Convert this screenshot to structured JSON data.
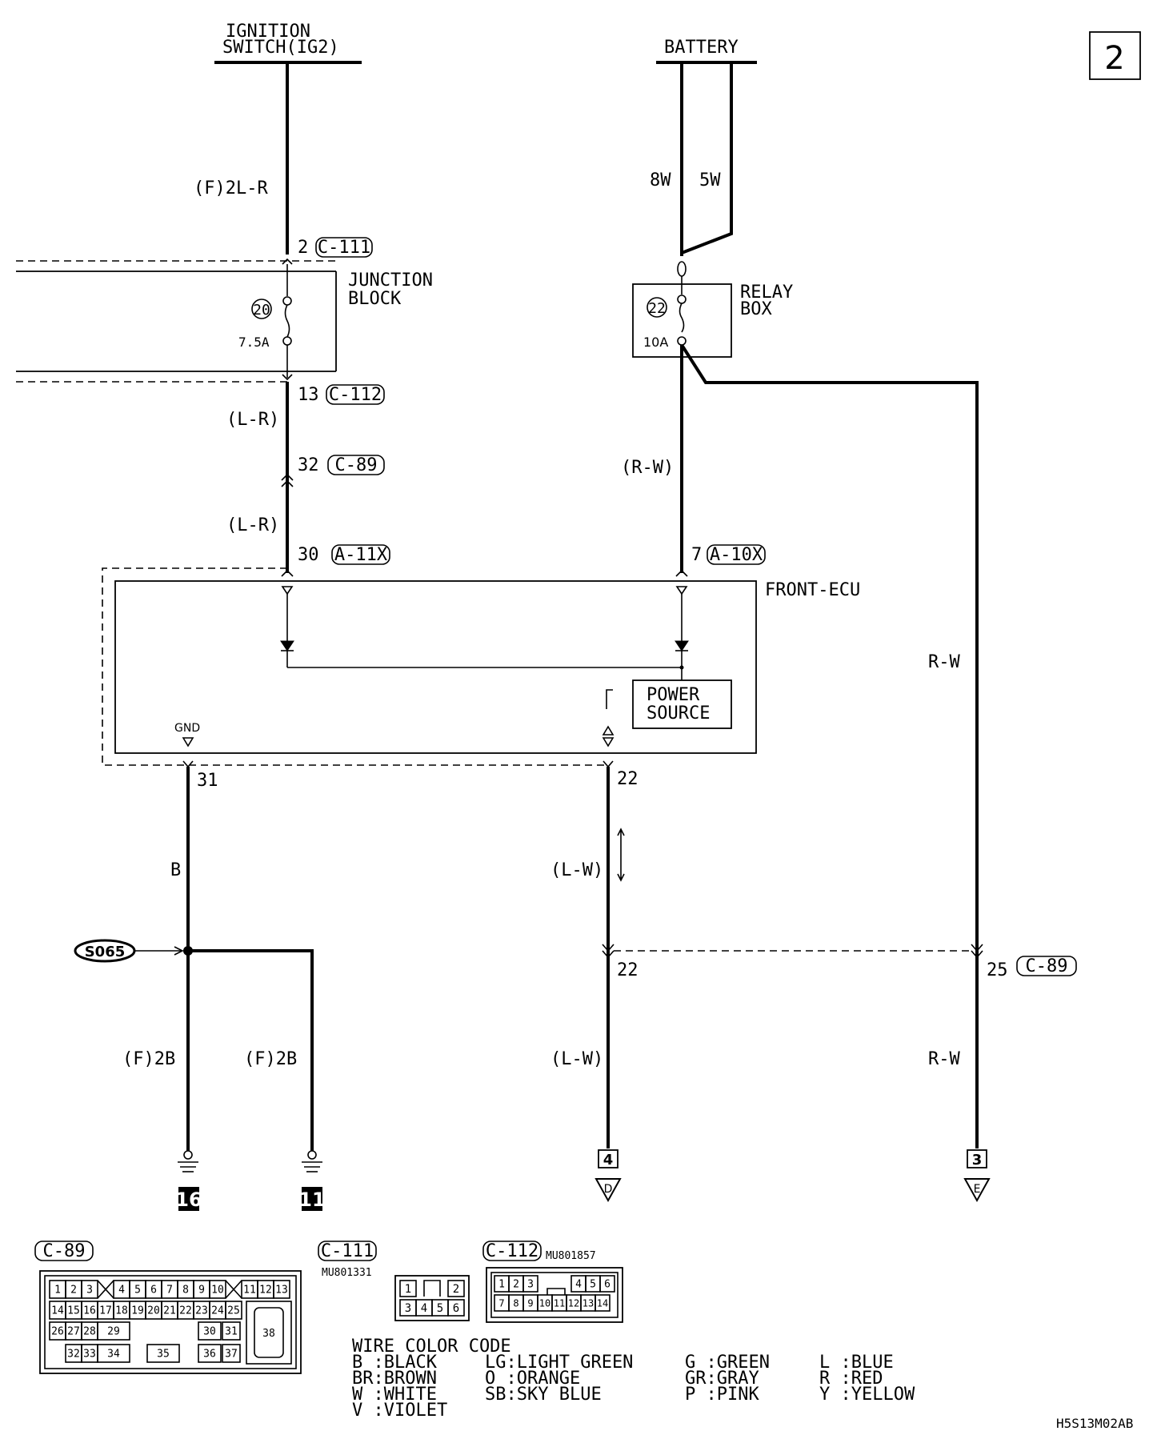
{
  "page_number": "2",
  "diagram_code": "H5S13M02AB",
  "sources": {
    "ignition": {
      "line1": "IGNITION",
      "line2": "SWITCH(IG2)"
    },
    "battery": "BATTERY"
  },
  "wires": {
    "ign_main": "(F)2L-R",
    "jb_out": "(L-R)",
    "c89_out": "(L-R)",
    "batt_8w": "8W",
    "batt_5w": "5W",
    "relay_out": "(R-W)",
    "right_rw_top": "R-W",
    "gnd": "B",
    "gnd_left": "(F)2B",
    "gnd_right": "(F)2B",
    "sig_upper": "(L-W)",
    "sig_lower": "(L-W)",
    "right_rw_bottom": "R-W"
  },
  "connectors": {
    "c111_pin": "2",
    "c111": "C-111",
    "c112_pin": "13",
    "c112": "C-112",
    "c89_pin": "32",
    "c89": "C-89",
    "a11x_pin": "30",
    "a11x": "A-11X",
    "a10x_pin": "7",
    "a10x": "A-10X",
    "ecu_gnd_pin": "31",
    "ecu_sig_pin": "22",
    "sig_c89_pin": "22",
    "rw_c89_pin": "25",
    "rw_c89": "C-89"
  },
  "junction_block": {
    "label1": "JUNCTION",
    "label2": "BLOCK",
    "fuse_no": "20",
    "fuse_rating": "7.5A"
  },
  "relay_box": {
    "label1": "RELAY",
    "label2": "BOX",
    "fuse_no": "22",
    "fuse_rating": "10A"
  },
  "ecu": {
    "name": "FRONT-ECU",
    "gnd_label": "GND",
    "power1": "POWER",
    "power2": "SOURCE"
  },
  "splice": "S065",
  "grounds": [
    "16",
    "11"
  ],
  "outputs": [
    {
      "num": "4",
      "letter": "D"
    },
    {
      "num": "3",
      "letter": "E"
    }
  ],
  "connector_views": {
    "c89": {
      "name": "C-89",
      "row1": [
        "1",
        "2",
        "3",
        "4",
        "5",
        "6",
        "7",
        "8",
        "9",
        "10",
        "11",
        "12",
        "13"
      ],
      "row2": [
        "14",
        "15",
        "16",
        "17",
        "18",
        "19",
        "20",
        "21",
        "22",
        "23",
        "24",
        "25"
      ],
      "row3": [
        "26",
        "27",
        "28",
        "29",
        "30",
        "31",
        "38"
      ],
      "row4": [
        "32",
        "33",
        "34",
        "35",
        "36",
        "37"
      ]
    },
    "c111": {
      "name": "C-111",
      "part": "MU801331",
      "pins": [
        "1",
        "2",
        "3",
        "4",
        "5",
        "6"
      ]
    },
    "c112": {
      "name": "C-112",
      "part": "MU801857",
      "row1": [
        "1",
        "2",
        "3",
        "4",
        "5",
        "6"
      ],
      "row2": [
        "7",
        "8",
        "9",
        "10",
        "11",
        "12",
        "13",
        "14"
      ]
    }
  },
  "legend": {
    "title": "WIRE COLOR CODE",
    "col1": [
      "B :BLACK",
      "BR:BROWN",
      "W :WHITE",
      "V :VIOLET"
    ],
    "col2": [
      "LG:LIGHT GREEN",
      "O :ORANGE",
      "SB:SKY BLUE"
    ],
    "col3": [
      "G :GREEN",
      "GR:GRAY",
      "P :PINK"
    ],
    "col4": [
      "L :BLUE",
      "R :RED",
      "Y :YELLOW"
    ]
  }
}
